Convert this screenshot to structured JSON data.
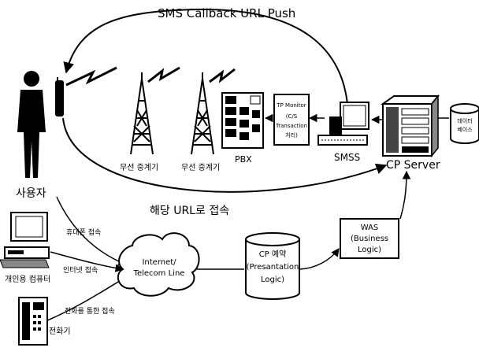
{
  "labels": {
    "sms_callback": "SMS Callback URL Push",
    "user": "사용자",
    "relay1": "무선 중계기",
    "relay2": "무선 중계기",
    "pbx": "PBX",
    "tp_monitor_line1": "TP Monitor",
    "tp_monitor_line2": "(C/S",
    "tp_monitor_line3": "Transaction",
    "tp_monitor_line4": "처리)",
    "smss": "SMSS",
    "cp_server": "CP Server",
    "database_line1": "데이터",
    "database_line2": "베이스",
    "url_access": "해당 URL로 접속",
    "mobile_access": "휴대폰 접속",
    "internet_access": "인터넷 접속",
    "phone_access": "전화를 통한 접속",
    "pc": "개인용 컴퓨터",
    "phone": "전화기",
    "cloud_line1": "Internet/",
    "cloud_line2": "Telecom Line",
    "cp_reserve_line1": "CP 예약",
    "cp_reserve_line2": "(Presantation",
    "cp_reserve_line3": "Logic)",
    "was_line1": "WAS",
    "was_line2": "(Business",
    "was_line3": "Logic)"
  }
}
